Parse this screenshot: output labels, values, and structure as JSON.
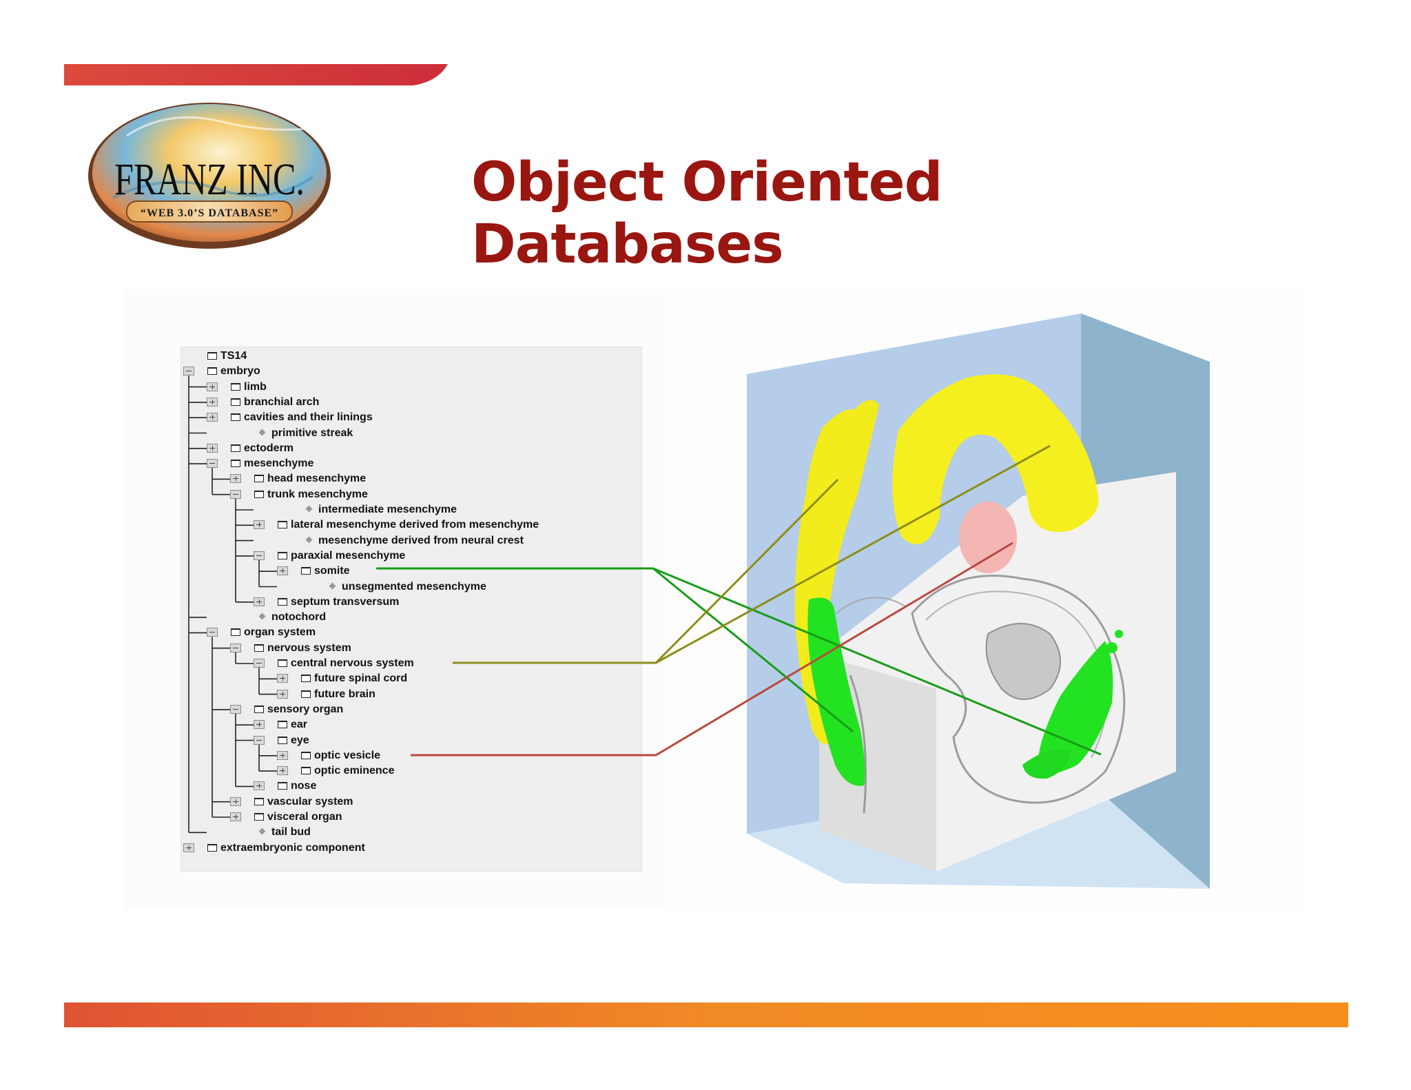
{
  "slide": {
    "title": "Object Oriented Databases",
    "colors": {
      "title": "#9a1610",
      "top_bar": "#d53d3a",
      "bottom_bar_start": "#df5333",
      "bottom_bar_end": "#f68e1e",
      "connector_green": "#169c16",
      "connector_olive": "#8d8d19",
      "connector_red": "#b8483f",
      "structure_yellow": "#f5ee1e",
      "structure_green": "#1fe61f",
      "structure_pink": "#f4b7b4",
      "box_blue": "#b6cde8"
    }
  },
  "logo": {
    "brand": "FRANZ INC.",
    "tagline": "“WEB 3.0’S DATABASE”"
  },
  "tree": {
    "items": [
      {
        "label": "TS14",
        "level": 0,
        "toggle": "none",
        "icon": "folder"
      },
      {
        "label": "embryo",
        "level": 0,
        "toggle": "minus",
        "icon": "folder"
      },
      {
        "label": "limb",
        "level": 1,
        "toggle": "plus",
        "icon": "folder"
      },
      {
        "label": "branchial arch",
        "level": 1,
        "toggle": "plus",
        "icon": "folder"
      },
      {
        "label": "cavities and their linings",
        "level": 1,
        "toggle": "plus",
        "icon": "folder"
      },
      {
        "label": "primitive streak",
        "level": 1,
        "toggle": "none",
        "icon": "leaf"
      },
      {
        "label": "ectoderm",
        "level": 1,
        "toggle": "plus",
        "icon": "folder"
      },
      {
        "label": "mesenchyme",
        "level": 1,
        "toggle": "minus",
        "icon": "folder"
      },
      {
        "label": "head mesenchyme",
        "level": 2,
        "toggle": "plus",
        "icon": "folder"
      },
      {
        "label": "trunk mesenchyme",
        "level": 2,
        "toggle": "minus",
        "icon": "folder"
      },
      {
        "label": "intermediate mesenchyme",
        "level": 3,
        "toggle": "none",
        "icon": "leaf"
      },
      {
        "label": "lateral mesenchyme derived from mesenchyme",
        "level": 3,
        "toggle": "plus",
        "icon": "folder"
      },
      {
        "label": "mesenchyme derived from neural crest",
        "level": 3,
        "toggle": "none",
        "icon": "leaf"
      },
      {
        "label": "paraxial mesenchyme",
        "level": 3,
        "toggle": "minus",
        "icon": "folder"
      },
      {
        "label": "somite",
        "level": 4,
        "toggle": "plus",
        "icon": "folder"
      },
      {
        "label": "unsegmented mesenchyme",
        "level": 4,
        "toggle": "none",
        "icon": "leaf"
      },
      {
        "label": "septum transversum",
        "level": 3,
        "toggle": "plus",
        "icon": "folder"
      },
      {
        "label": "notochord",
        "level": 1,
        "toggle": "none",
        "icon": "leaf"
      },
      {
        "label": "organ system",
        "level": 1,
        "toggle": "minus",
        "icon": "folder"
      },
      {
        "label": "nervous system",
        "level": 2,
        "toggle": "minus",
        "icon": "folder"
      },
      {
        "label": "central nervous system",
        "level": 3,
        "toggle": "minus",
        "icon": "folder"
      },
      {
        "label": "future spinal cord",
        "level": 4,
        "toggle": "plus",
        "icon": "folder"
      },
      {
        "label": "future brain",
        "level": 4,
        "toggle": "plus",
        "icon": "folder"
      },
      {
        "label": "sensory organ",
        "level": 2,
        "toggle": "minus",
        "icon": "folder"
      },
      {
        "label": "ear",
        "level": 3,
        "toggle": "plus",
        "icon": "folder"
      },
      {
        "label": "eye",
        "level": 3,
        "toggle": "minus",
        "icon": "folder"
      },
      {
        "label": "optic vesicle",
        "level": 4,
        "toggle": "plus",
        "icon": "folder"
      },
      {
        "label": "optic eminence",
        "level": 4,
        "toggle": "plus",
        "icon": "folder"
      },
      {
        "label": "nose",
        "level": 3,
        "toggle": "plus",
        "icon": "folder"
      },
      {
        "label": "vascular system",
        "level": 2,
        "toggle": "plus",
        "icon": "folder"
      },
      {
        "label": "visceral organ",
        "level": 2,
        "toggle": "plus",
        "icon": "folder"
      },
      {
        "label": "tail bud",
        "level": 1,
        "toggle": "none",
        "icon": "leaf"
      },
      {
        "label": "extraembryonic component",
        "level": 0,
        "toggle": "plus",
        "icon": "folder"
      }
    ]
  }
}
